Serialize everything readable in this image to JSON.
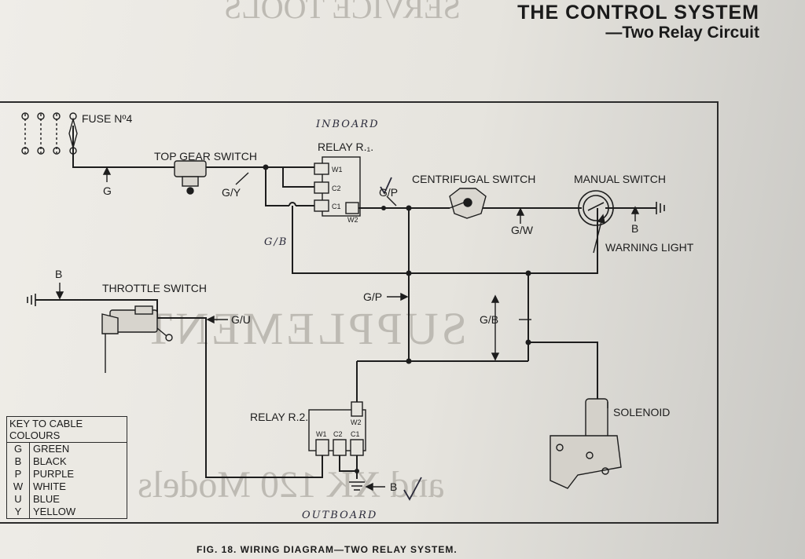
{
  "header": {
    "title": "THE CONTROL SYSTEM",
    "subtitle": "—Two Relay Circuit"
  },
  "labels": {
    "fuse": "FUSE Nº4",
    "top_gear_switch": "TOP GEAR SWITCH",
    "relay_r1": "RELAY R.₁.",
    "inboard": "INBOARD",
    "centrifugal_switch": "CENTRIFUGAL SWITCH",
    "manual_switch": "MANUAL SWITCH",
    "warning_light": "WARNING LIGHT",
    "throttle_switch": "THROTTLE SWITCH",
    "relay_r2": "RELAY R.2.",
    "solenoid": "SOLENOID",
    "outboard": "OUTBOARD"
  },
  "wire_labels": {
    "g": "G",
    "gy": "G/Y",
    "gp_top": "G/P",
    "gw": "G/W",
    "b_manual": "B",
    "gb_hand": "G/B",
    "b_throttle": "B",
    "gu": "G/U",
    "gp_mid": "G/P",
    "gb_mid": "G/B",
    "b_ground": "B"
  },
  "terminals": {
    "r1_w1": "W1",
    "r1_c2": "C2",
    "r1_c1": "C1",
    "r1_w2": "W2",
    "r2_w1": "W1",
    "r2_c2": "C2",
    "r2_c1": "C1",
    "r2_w2": "W2"
  },
  "cable_key": {
    "title": "KEY TO CABLE COLOURS",
    "rows": [
      {
        "code": "G",
        "name": "GREEN"
      },
      {
        "code": "B",
        "name": "BLACK"
      },
      {
        "code": "P",
        "name": "PURPLE"
      },
      {
        "code": "W",
        "name": "WHITE"
      },
      {
        "code": "U",
        "name": "BLUE"
      },
      {
        "code": "Y",
        "name": "YELLOW"
      }
    ]
  },
  "caption": "FIG. 18.  WIRING DIAGRAM—TWO RELAY SYSTEM.",
  "colors": {
    "ink": "#1d1d1d",
    "paper": "#e9e7e2",
    "ghost": "#bdbab3"
  }
}
